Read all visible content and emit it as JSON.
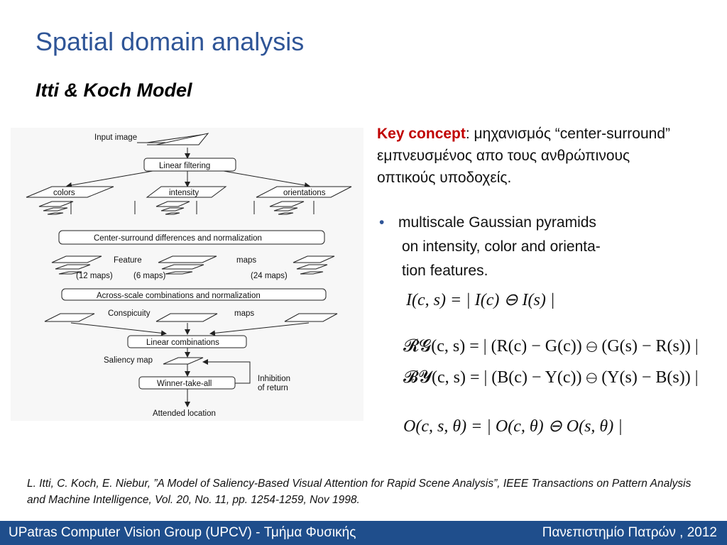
{
  "slide": {
    "title": "Spatial domain analysis",
    "subtitle": "Itti & Koch Model"
  },
  "diagram": {
    "input_image": "Input image",
    "linear_filtering": "Linear filtering",
    "colors": "colors",
    "intensity": "intensity",
    "orientations": "orientations",
    "center_surround": "Center-surround differences and normalization",
    "feature": "Feature",
    "maps1": "maps",
    "maps12": "(12 maps)",
    "maps6": "(6 maps)",
    "maps24": "(24 maps)",
    "across_scale": "Across-scale combinations and normalization",
    "conspicuity": "Conspicuity",
    "maps2": "maps",
    "linear_combinations": "Linear combinations",
    "saliency_map": "Saliency map",
    "wta": "Winner-take-all",
    "inhibition1": "Inhibition",
    "inhibition2": "of return",
    "attended": "Attended location"
  },
  "content": {
    "key_label": "Key concept",
    "key_text": ": μηχανισμός “center-surround” εμπνευσμένος απο τους ανθρώπινους οπτικούς υποδοχείς.",
    "bullet_line1": "multiscale Gaussian pyramids",
    "bullet_line2": "on intensity, color and orienta-",
    "bullet_line3": "tion features.",
    "eq1": "I(c, s) = | I(c) ⊖ I(s) |",
    "eq2": "𝓡𝓖(c, s) = | (R(c) − G(c)) ⊖ (G(s) − R(s)) |",
    "eq3": "𝓑𝓨(c, s) = | (B(c) − Y(c)) ⊖ (Y(s) − B(s)) |",
    "eq4": "O(c, s, θ) = | O(c, θ) ⊖ O(s, θ) |"
  },
  "reference": "L. Itti, C. Koch, E. Niebur, ”A Model of Saliency-Based Visual Attention for Rapid Scene Analysis”, IEEE Transactions on Pattern Analysis and Machine Intelligence, Vol. 20, No. 11, pp. 1254-1259, Nov 1998.",
  "footer": {
    "left": "UPatras Computer Vision Group (UPCV) - Τμήμα Φυσικής",
    "right": "Πανεπιστημίο Πατρών , 2012"
  },
  "colors": {
    "title": "#2f5597",
    "key_concept": "#c00000",
    "footer_bg": "#1f4e8c"
  }
}
